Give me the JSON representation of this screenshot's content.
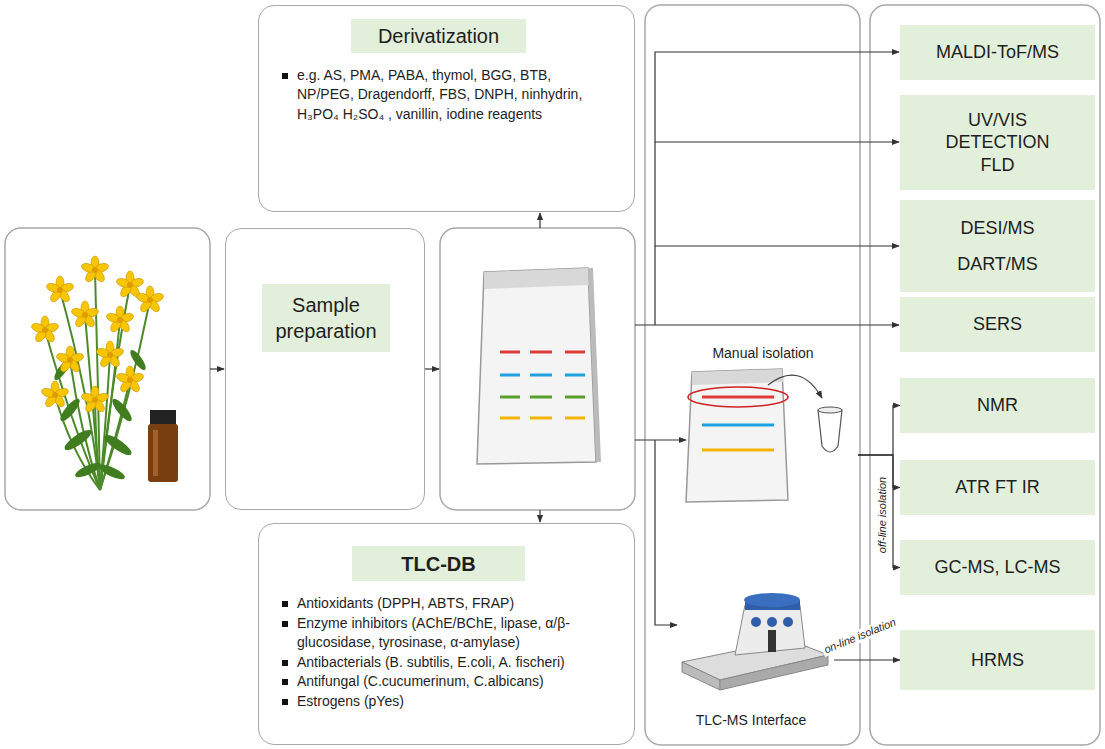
{
  "diagram": {
    "nodes": [
      {
        "text": [
          "Derivatization",
          "e.g. AS, PMA, PABA, thymol, BGG, BTB, NP/PEG, Dragendorff, FBS, DNPH, ninhydrin, H₃PO₄ H₂SO₄ , vanillin, iodine reagents"
        ]
      },
      {
        "text": [
          "Sample preparation"
        ]
      },
      {
        "text": [
          "TLC-DB",
          "Antioxidants (DPPH, ABTS, FRAP)",
          "Enzyme inhibitors (AChE/BChE, lipase, α/β-glucosidase, tyrosinase, α-amylase)",
          "Antibacterials (B. subtilis, E.coli, A. fischeri)",
          "Antifungal (C.cucumerinum, C.albicans)",
          "Estrogens (pYes)"
        ]
      },
      {
        "text": [
          "Manual isolation"
        ]
      },
      {
        "text": [
          "TLC-MS Interface"
        ]
      },
      {
        "text": [
          "MALDI-ToF/MS"
        ]
      },
      {
        "text": [
          "UV/VIS DETECTION FLD"
        ]
      },
      {
        "text": [
          "DESI/MS",
          "DART/MS"
        ]
      },
      {
        "text": [
          "SERS"
        ]
      },
      {
        "text": [
          "NMR"
        ]
      },
      {
        "text": [
          "ATR FT IR"
        ]
      },
      {
        "text": [
          "GC-MS, LC-MS"
        ]
      },
      {
        "text": [
          "HRMS"
        ]
      }
    ],
    "edges": [
      {
        "from": 3,
        "to": 9,
        "arrow": "to"
      },
      {
        "from": 3,
        "to": 10,
        "arrow": "to"
      },
      {
        "from": 3,
        "to": 11,
        "arrow": "to",
        "label": "off-line isolation"
      },
      {
        "from": 4,
        "to": 12,
        "arrow": "to",
        "label": "on-line isolation"
      }
    ]
  }
}
